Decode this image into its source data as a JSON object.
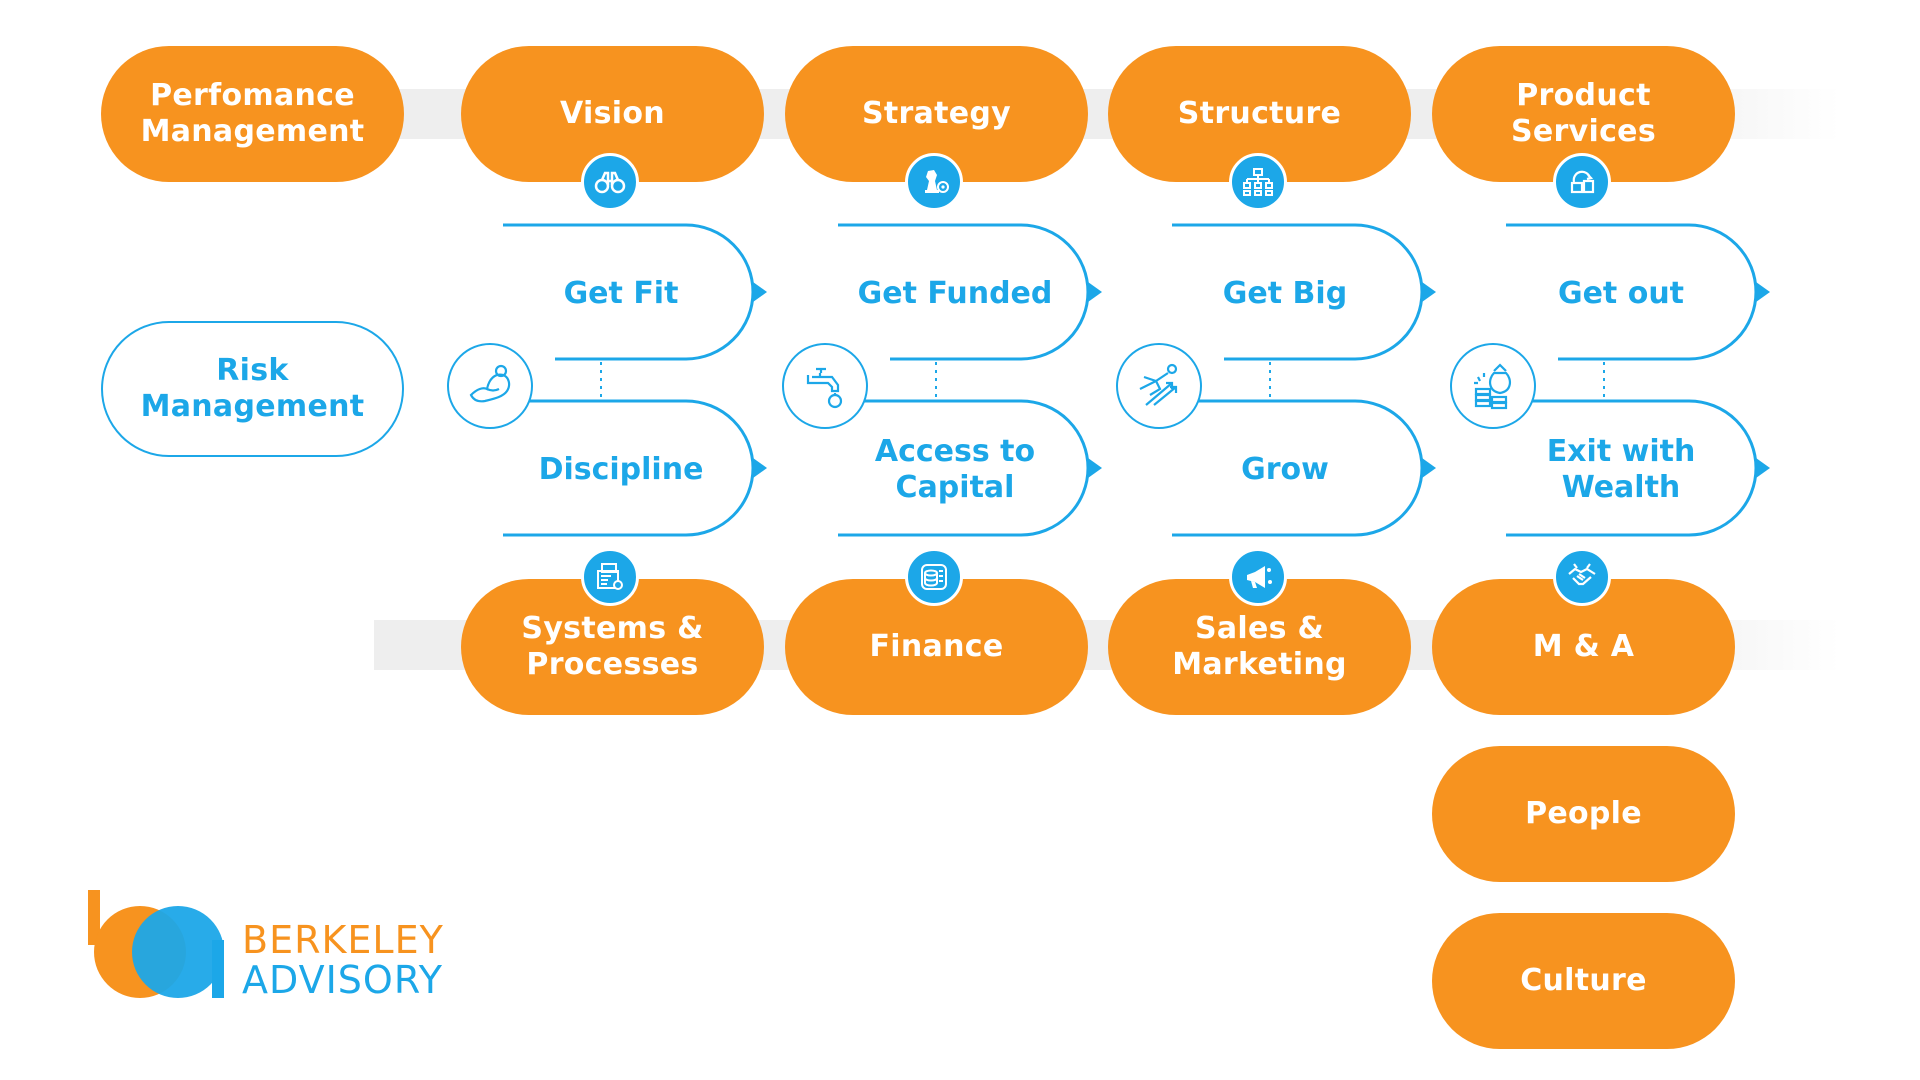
{
  "colors": {
    "orange": "#f7931f",
    "blue": "#1ca7e8",
    "band": "#eeeeee"
  },
  "left_pills": {
    "performance": "Perfomance\nManagement",
    "risk": "Risk\nManagement"
  },
  "top_pills": [
    "Vision",
    "Strategy",
    "Structure",
    "Product\nServices"
  ],
  "bottom_pills": [
    "Systems &\nProcesses",
    "Finance",
    "Sales &\nMarketing",
    "M & A"
  ],
  "extra_pills": [
    "People",
    "Culture"
  ],
  "stages_upper": [
    "Get Fit",
    "Get Funded",
    "Get Big",
    "Get out"
  ],
  "stages_lower": [
    "Discipline",
    "Access to\nCapital",
    "Grow",
    "Exit with\nWealth"
  ],
  "icons": {
    "top": [
      "binoculars-icon",
      "chess-target-icon",
      "org-chart-icon",
      "product-box-icon"
    ],
    "bottom": [
      "process-gear-icon",
      "database-icon",
      "megaphone-icon",
      "handshake-icon"
    ],
    "middle": [
      "muscle-arm-icon",
      "faucet-coin-icon",
      "superhero-growth-icon",
      "money-bag-icon"
    ]
  },
  "logo": {
    "line1": "BERKELEY",
    "line2": "ADVISORY"
  }
}
